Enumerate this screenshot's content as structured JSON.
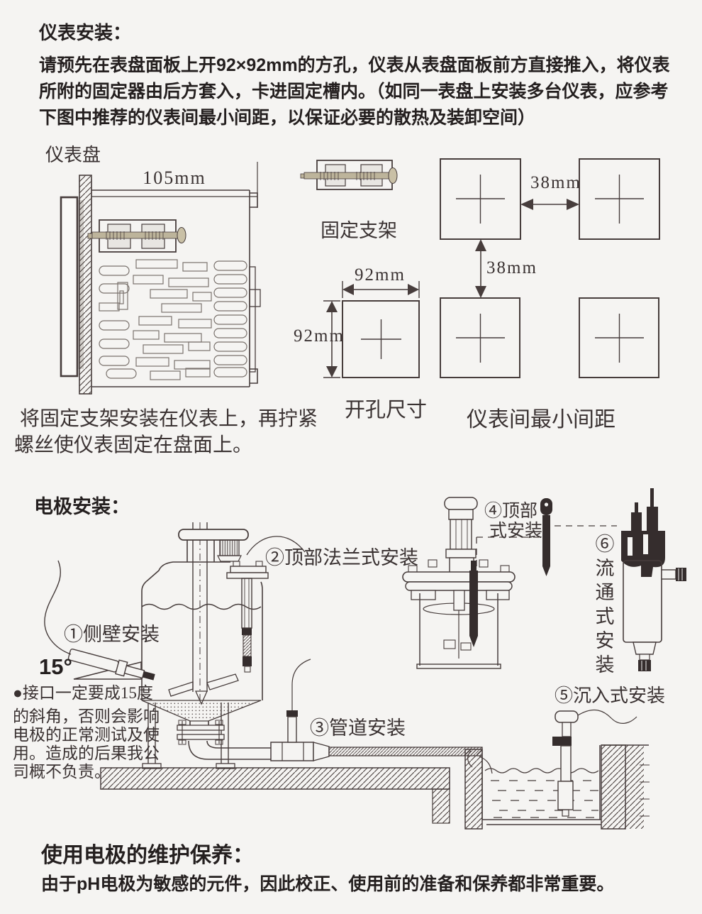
{
  "page": {
    "bg": "#f5f4f2",
    "line_color": "#473d3c"
  },
  "instrument_section": {
    "title": "仪表安装：",
    "body_lines": [
      "请预先在表盘面板上开92×92mm的方孔，仪表从表盘面板前方直接推入，将仪表",
      "所附的固定器由后方套入，卡进固定槽内。（如同一表盘上安装多台仪表，应参考",
      "下图中推荐的仪表间最小间距，以保证必要的散热及装卸空间）"
    ],
    "panel_label": "仪表盘",
    "dim_width": "105mm",
    "bracket_label": "固定支架",
    "hole_width": "92mm",
    "hole_height": "92mm",
    "hole_label": "开孔尺寸",
    "gap_horizontal": "38mm",
    "gap_vertical": "38mm",
    "spacing_label": "仪表间最小间距",
    "caption_line1": "将固定支架安装在仪表上，再拧紧",
    "caption_line2": "螺丝使仪表固定在盘面上。"
  },
  "electrode_section": {
    "title": "电极安装：",
    "mount1_label": "①侧壁安装",
    "angle_label": "15°",
    "mount2_label": "②顶部法兰式安装",
    "mount3_label": "③管道安装",
    "mount4_line1": "④顶部",
    "mount4_line2": "式安装",
    "mount5_label": "⑤沉入式安装",
    "mount6_label": "⑥流通式安装",
    "warning_lines": [
      "●接口一定要成15度",
      "的斜角，否则会影响",
      "电极的正常测试及使",
      "用。造成的后果我公",
      "司概不负责。"
    ]
  },
  "maintenance_section": {
    "title": "使用电极的维护保养：",
    "body": "由于pH电极为敏感的元件，因此校正、使用前的准备和保养都非常重要。"
  }
}
